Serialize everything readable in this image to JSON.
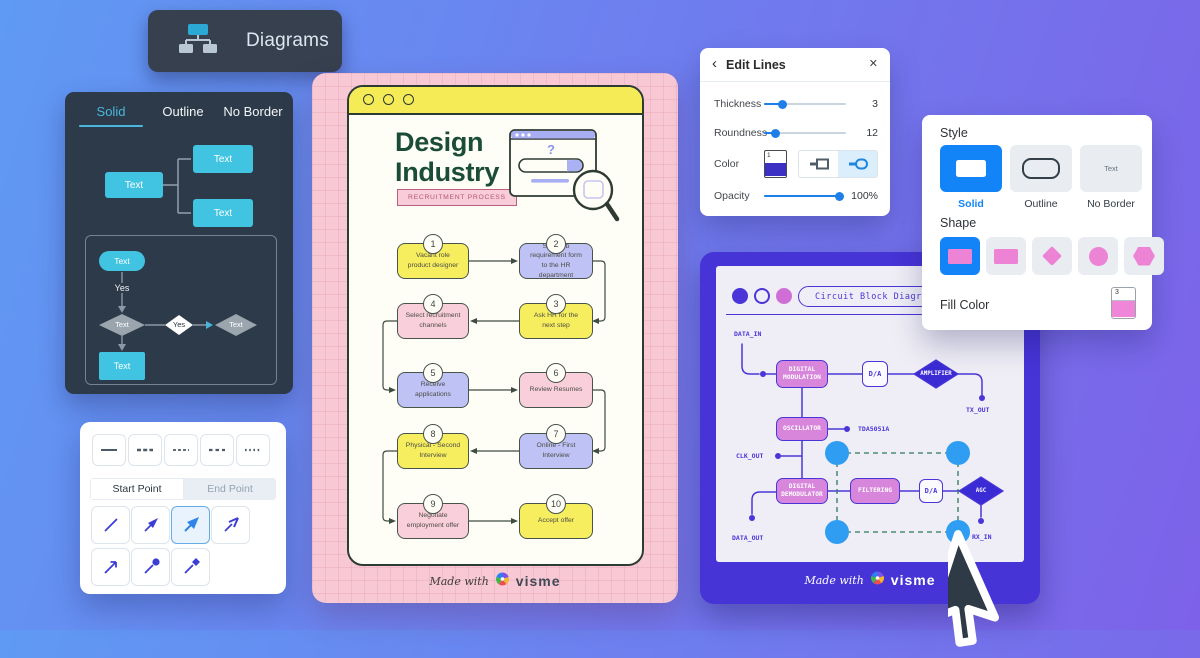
{
  "diagrams_badge": {
    "label": "Diagrams"
  },
  "border_style_panel": {
    "tabs": {
      "solid": "Solid",
      "outline": "Outline",
      "no_border": "No Border"
    },
    "tree": {
      "root": "Text",
      "child_top": "Text",
      "child_bottom": "Text"
    },
    "flow": {
      "start": "Text",
      "edge_label": "Yes",
      "decision": "Text",
      "decision_mid": "Yes",
      "decision_right": "Text",
      "end": "Text"
    }
  },
  "line_style_panel": {
    "start_tab": "Start Point",
    "end_tab": "End Point"
  },
  "design_document": {
    "title": "Design Industry",
    "badge": "RECRUITMENT PROCESS",
    "steps": [
      {
        "num": "1",
        "label": "Vacant role product designer"
      },
      {
        "num": "2",
        "label": "Send job requirement form to the HR department"
      },
      {
        "num": "3",
        "label": "Ask HR for the next step"
      },
      {
        "num": "4",
        "label": "Select recruitment channels"
      },
      {
        "num": "5",
        "label": "Receive applications"
      },
      {
        "num": "6",
        "label": "Review Resumes"
      },
      {
        "num": "7",
        "label": "Online - First Interview"
      },
      {
        "num": "8",
        "label": "Physical - Second Interview"
      },
      {
        "num": "9",
        "label": "Negotiate employment offer"
      },
      {
        "num": "10",
        "label": "Accept offer"
      }
    ],
    "footer": {
      "made_with": "Made with",
      "brand": "visme"
    }
  },
  "edit_lines_panel": {
    "back_icon": "‹",
    "title": "Edit Lines",
    "close_icon": "✕",
    "thickness_label": "Thickness",
    "thickness_value": "3",
    "roundness_label": "Roundness",
    "roundness_value": "12",
    "color_label": "Color",
    "color_swatch_number": "1",
    "opacity_label": "Opacity",
    "opacity_value": "100%"
  },
  "style_panel": {
    "style_label": "Style",
    "solid_label": "Solid",
    "outline_label": "Outline",
    "no_border_label": "No Border",
    "no_border_sample": "Text",
    "shape_label": "Shape",
    "fill_color_label": "Fill Color",
    "fill_swatch_number": "3"
  },
  "circuit_panel": {
    "title": "Circuit Block Diagram",
    "data_in": "DATA_IN",
    "digital_modulation": "DIGITAL MODULATION",
    "da_top": "D/A",
    "amplifier": "AMPLIFIER",
    "tx_out": "TX_OUT",
    "oscillator": "OSCILLATOR",
    "chip": "TDA5051A",
    "clk_out": "CLK_OUT",
    "digital_demodulator": "DIGITAL DEMODULATOR",
    "filtering": "FILTERING",
    "da_bottom": "D/A",
    "agc": "AGC",
    "data_out": "DATA_OUT",
    "rx_in": "RX_IN",
    "footer": {
      "made_with": "Made with",
      "brand": "visme"
    }
  },
  "colors": {
    "accent_blue": "#1284f7",
    "accent_teal": "#41c4e1",
    "panel_indigo": "#4634d6",
    "shape_pink": "#ec83d4",
    "handle_blue": "#2f9df2",
    "slider_blue": "#1f7fe8"
  }
}
